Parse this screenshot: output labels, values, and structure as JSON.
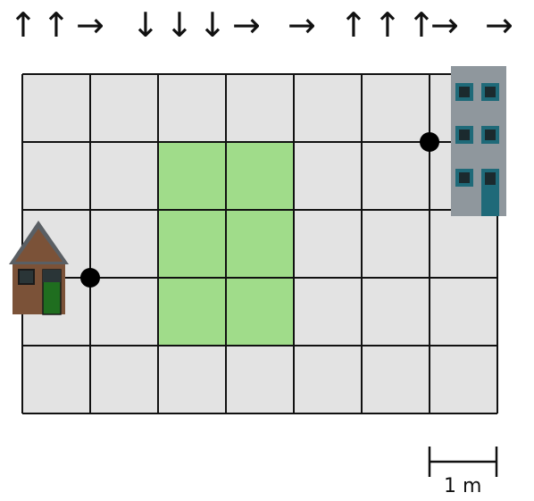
{
  "direction_sequence": [
    "↑",
    "↑",
    "→",
    "↓",
    "↓",
    "↓",
    "→",
    "→",
    "↑",
    "↑",
    "↑",
    "→",
    "→"
  ],
  "grid": {
    "columns": 7,
    "rows": 5,
    "cell_color": "#e3e3e3",
    "line_color": "#111111",
    "highlighted_cells": [
      {
        "col": 2,
        "row": 1
      },
      {
        "col": 3,
        "row": 1
      },
      {
        "col": 2,
        "row": 2
      },
      {
        "col": 3,
        "row": 2
      },
      {
        "col": 2,
        "row": 3
      },
      {
        "col": 3,
        "row": 3
      }
    ],
    "highlight_color": "#a0dc8a"
  },
  "start_point": {
    "col": 1,
    "row": 3,
    "label": "house"
  },
  "end_point": {
    "col": 6,
    "row": 1,
    "label": "apartment-building"
  },
  "scale_bar": {
    "label": "1 m"
  },
  "colors": {
    "house_wall": "#7b5238",
    "house_roof": "#5a5f64",
    "house_door": "#1f6e1f",
    "building_wall": "#8f979d",
    "building_window": "#1f6a79",
    "building_door": "#1f6a79",
    "dot": "#000000"
  }
}
